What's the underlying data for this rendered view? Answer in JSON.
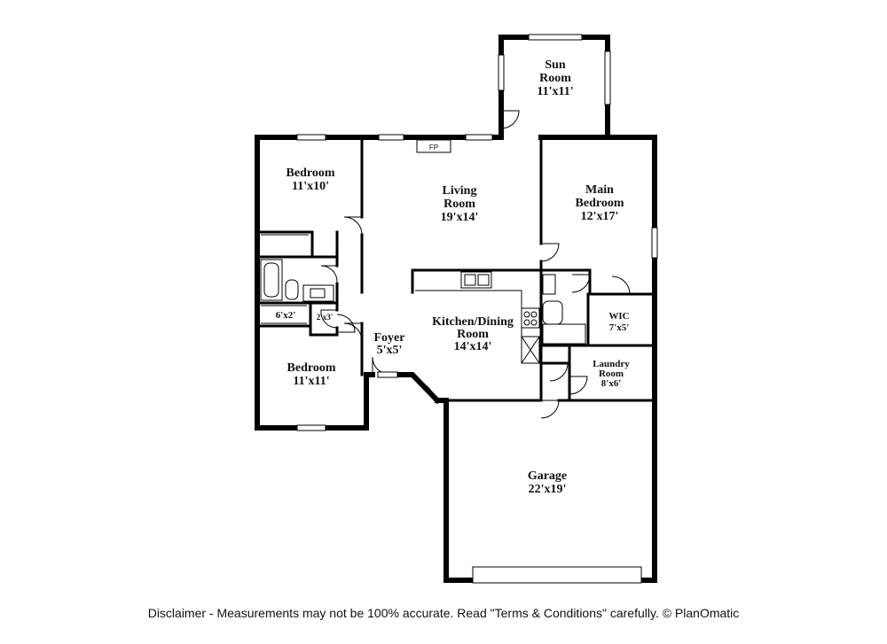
{
  "rooms": {
    "sun_room": {
      "name_line1": "Sun",
      "name_line2": "Room",
      "size": "11'x11'"
    },
    "bedroom_1": {
      "name": "Bedroom",
      "size": "11'x10'"
    },
    "living_room": {
      "name_line1": "Living",
      "name_line2": "Room",
      "size": "19'x14'"
    },
    "main_bedroom": {
      "name_line1": "Main",
      "name_line2": "Bedroom",
      "size": "12'x17'"
    },
    "closet_small": {
      "size": "6'x2'"
    },
    "closet_tiny": {
      "size": "2'x3'"
    },
    "foyer": {
      "name": "Foyer",
      "size": "5'x5'"
    },
    "kitchen_dining": {
      "name_line1": "Kitchen/Dining",
      "name_line2": "Room",
      "size": "14'x14'"
    },
    "wic": {
      "name": "WIC",
      "size": "7'x5'"
    },
    "bedroom_2": {
      "name": "Bedroom",
      "size": "11'x11'"
    },
    "laundry": {
      "name_line1": "Laundry",
      "name_line2": "Room",
      "size": "8'x6'"
    },
    "garage": {
      "name": "Garage",
      "size": "22'x19'"
    }
  },
  "fireplace_label": "FP",
  "disclaimer": "Disclaimer - Measurements may not be 100% accurate. Read \"Terms & Conditions\" carefully. © PlanOmatic"
}
